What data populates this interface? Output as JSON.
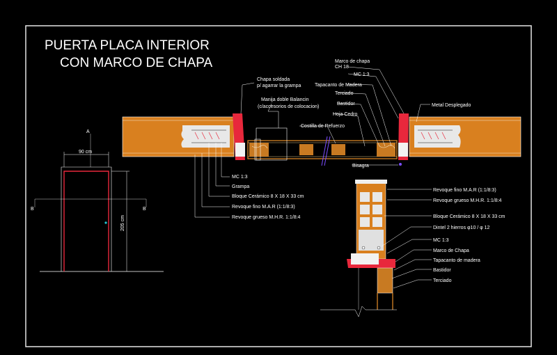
{
  "title": {
    "line1": "PUERTA PLACA INTERIOR",
    "line2": "CON MARCO DE CHAPA"
  },
  "plan_labels": {
    "marco_chapa": "Marco de chapa",
    "ch18": "CH 18",
    "mc13_top": "MC 1:3",
    "tapacanto": "Tapacanto de Madera",
    "terciado": "Terciado",
    "bastidor": "Bastidor",
    "hoja_cedro": "Hoja Cedro",
    "chapa_soldada": "Chapa soldada",
    "p_agarrar": "p/ agarrar la grampa",
    "manija": "Manija doble Balancin",
    "accesorios": "(c/accesorios de colocacion)",
    "costilla": "Costilla de Refuerzo",
    "metal_desplegado": "Metal Desplegado",
    "bisagra": "Bisagra",
    "mc13": "MC 1:3",
    "grampa": "Grampa",
    "bloque": "Bloque Cerámico 8 X 18 X 33 cm",
    "revoque_fino": "Revoque fino M.A.R (1:1/8:3)",
    "revoque_grueso": "Revoque grueso M.H.R. 1:1/8:4"
  },
  "section_labels": {
    "revoque_fino": "Revoque fino M.A.R (1:1/8:3)",
    "revoque_grueso": "Revoque grueso M.H.R. 1:1/8:4",
    "bloque": "Bloque Cerámico 8 X 18 X 33 cm",
    "dintel": "Dintel 2 hierros φ10 / φ 12",
    "mc13": "MC 1:3",
    "marco_chapa": "Marco de Chapa",
    "tapacanto": "Tapacanto de madera",
    "bastidor": "Bastidor",
    "terciado": "Terciado"
  },
  "elevation": {
    "width_dim": "90 cm",
    "height_dim": "205 cm",
    "mark_a": "A",
    "mark_b1": "B",
    "mark_b2": "B"
  },
  "colors": {
    "wall_fill": "#d9801f",
    "frame_red": "#e8283c",
    "insulation": "#e8e8e8",
    "wood": "#c87a22",
    "brick": "#e8822a",
    "border": "#e6e6e6"
  }
}
